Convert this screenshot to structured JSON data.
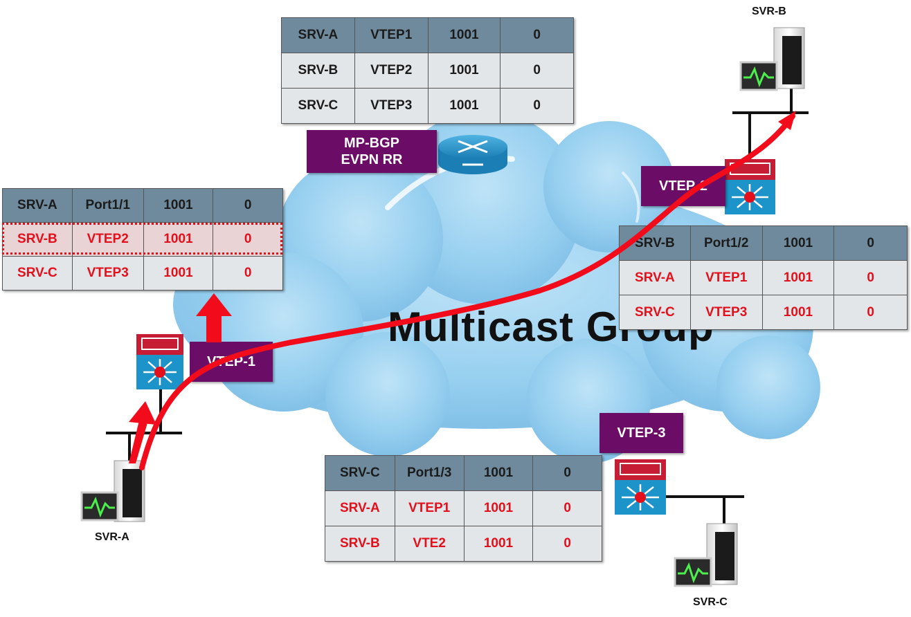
{
  "cloud_label": "Multicast Group",
  "rr": {
    "line1": "MP-BGP",
    "line2": "EVPN RR"
  },
  "vtep_tags": {
    "vtep1": "VTEP-1",
    "vtep2": "VTEP-2",
    "vtep3": "VTEP-3"
  },
  "servers": {
    "a": "SVR-A",
    "b": "SVR-B",
    "c": "SVR-C"
  },
  "colors": {
    "header": "#6f8a9c",
    "row": "#e3e6e9",
    "learned_text": "#e3101b",
    "tag": "#6b0d66",
    "flow": "#f20c1b",
    "cloud": "#8ec8ec"
  },
  "rr_table": {
    "rows": [
      [
        "SRV-A",
        "VTEP1",
        "1001",
        "0"
      ],
      [
        "SRV-B",
        "VTEP2",
        "1001",
        "0"
      ],
      [
        "SRV-C",
        "VTEP3",
        "1001",
        "0"
      ]
    ]
  },
  "vtep1_table": {
    "rows": [
      [
        "SRV-A",
        "Port1/1",
        "1001",
        "0"
      ],
      [
        "SRV-B",
        "VTEP2",
        "1001",
        "0"
      ],
      [
        "SRV-C",
        "VTEP3",
        "1001",
        "0"
      ]
    ]
  },
  "vtep2_table": {
    "rows": [
      [
        "SRV-B",
        "Port1/2",
        "1001",
        "0"
      ],
      [
        "SRV-A",
        "VTEP1",
        "1001",
        "0"
      ],
      [
        "SRV-C",
        "VTEP3",
        "1001",
        "0"
      ]
    ]
  },
  "vtep3_table": {
    "rows": [
      [
        "SRV-C",
        "Port1/3",
        "1001",
        "0"
      ],
      [
        "SRV-A",
        "VTEP1",
        "1001",
        "0"
      ],
      [
        "SRV-B",
        "VTE2",
        "1001",
        "0"
      ]
    ]
  }
}
